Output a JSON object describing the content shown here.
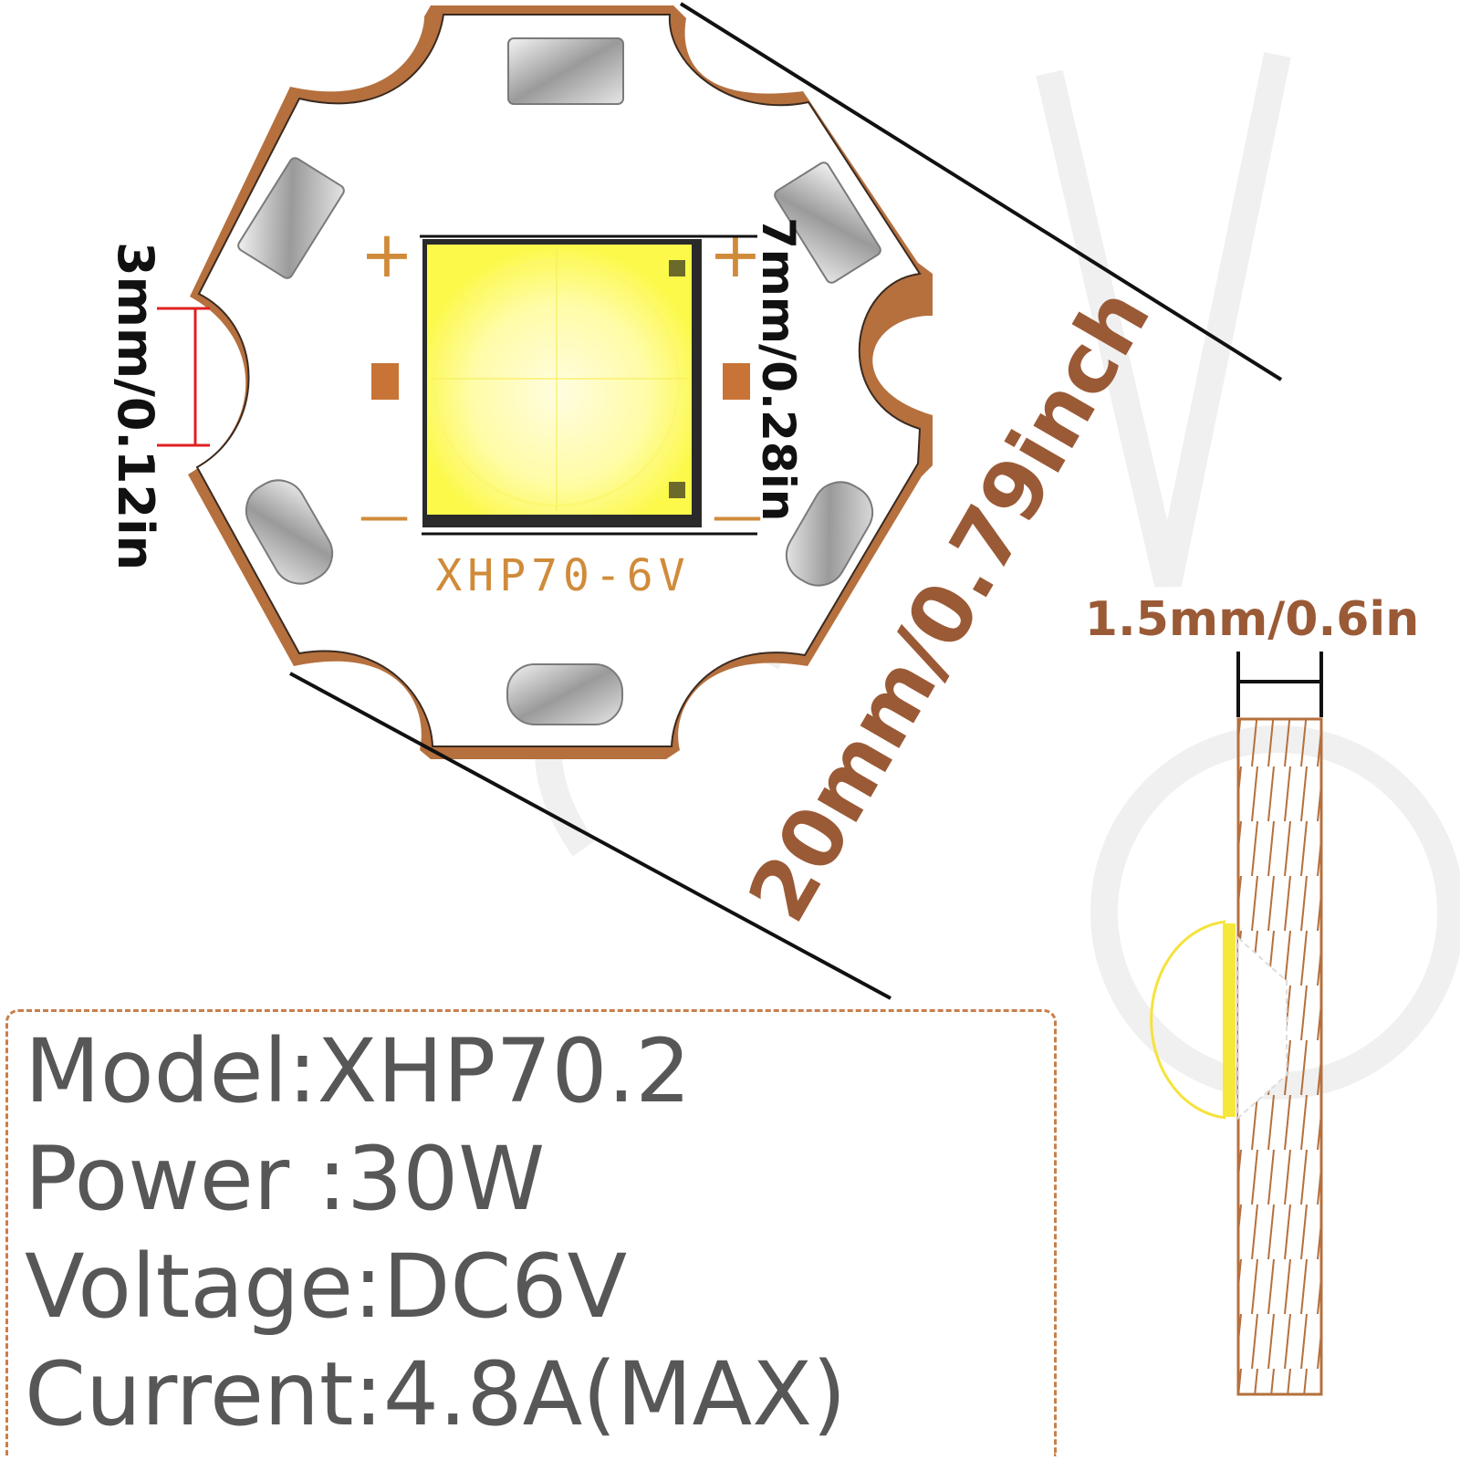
{
  "board": {
    "model_marking": "XHP70-6V",
    "plus_sign": "+",
    "minus_sign": "—"
  },
  "dimensions": {
    "slot_width": "3mm/0.12in",
    "chip_size": "7mm/0.28in",
    "board_diameter": "20mm/0.79inch",
    "board_thickness": "1.5mm/0.6in"
  },
  "specs": [
    {
      "label": "Model:",
      "value": "XHP70.2"
    },
    {
      "label": "Power :",
      "value": "30W"
    },
    {
      "label": "Voltage:",
      "value": "DC6V"
    },
    {
      "label": "Current:",
      "value": "4.8A(MAX)"
    }
  ],
  "colors": {
    "copper": "#b5703e",
    "dimension_brown": "#9a5a36",
    "led_yellow": "#fcf94a",
    "spec_text": "#575757",
    "slot_marker": "#e02020"
  }
}
